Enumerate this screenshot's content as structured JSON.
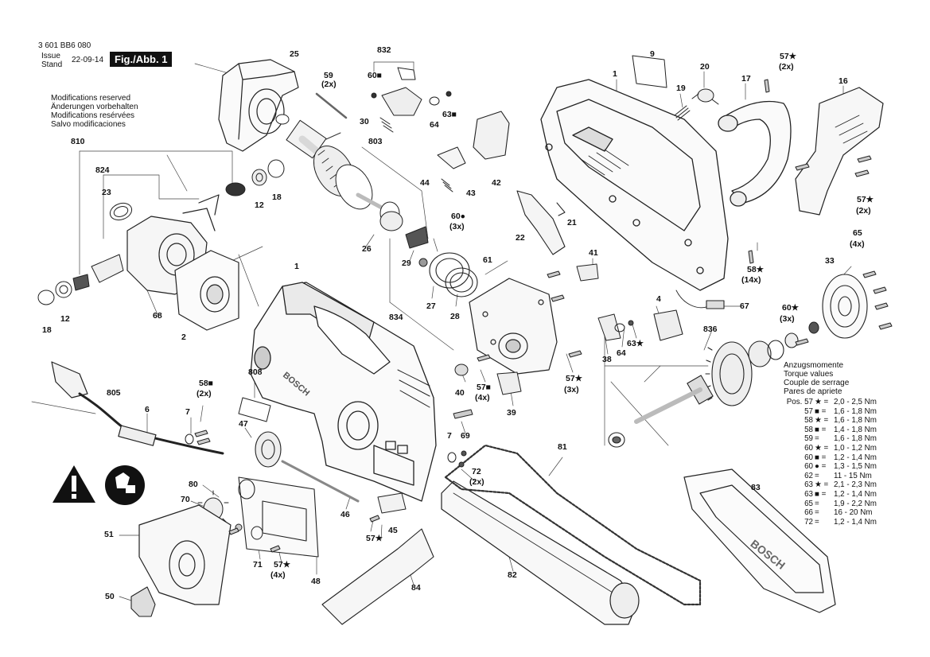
{
  "header": {
    "doc_number": "3 601 BB6 080",
    "issue_label_1": "Issue",
    "issue_label_2": "Stand",
    "issue_date": "22-09-14",
    "figure_label": "Fig./Abb. 1"
  },
  "notice": {
    "line1": "Modifications reserved",
    "line2": "Änderungen vorbehalten",
    "line3": "Modifications resérvées",
    "line4": "Salvo modificaciones"
  },
  "torque_table": {
    "title1": "Anzugsmomente",
    "title2": "Torque values",
    "title3": "Couple de serrage",
    "title4": "Pares de apriete",
    "rows": [
      {
        "pos": "Pos. 57",
        "sym": "★ =",
        "val": "2,0 - 2,5 Nm"
      },
      {
        "pos": "57",
        "sym": "■ =",
        "val": "1,6 - 1,8 Nm"
      },
      {
        "pos": "58",
        "sym": "★ =",
        "val": "1,6 - 1,8 Nm"
      },
      {
        "pos": "58",
        "sym": "■ =",
        "val": "1,4 - 1,8 Nm"
      },
      {
        "pos": "59",
        "sym": "=",
        "val": "1,6 - 1,8 Nm"
      },
      {
        "pos": "60",
        "sym": "★ =",
        "val": "1,0 - 1,2 Nm"
      },
      {
        "pos": "60",
        "sym": "■ =",
        "val": "1,2 - 1,4 Nm"
      },
      {
        "pos": "60",
        "sym": "● =",
        "val": "1,3 - 1,5 Nm"
      },
      {
        "pos": "62",
        "sym": "=",
        "val": "11 - 15 Nm"
      },
      {
        "pos": "63",
        "sym": "★ =",
        "val": "2,1 - 2,3 Nm"
      },
      {
        "pos": "63",
        "sym": "■ =",
        "val": "1,2 - 1,4 Nm"
      },
      {
        "pos": "65",
        "sym": "=",
        "val": "1,9 - 2,2 Nm"
      },
      {
        "pos": "66",
        "sym": "=",
        "val": "16 - 20 Nm"
      },
      {
        "pos": "72",
        "sym": "=",
        "val": "1,2 - 1,4 Nm"
      }
    ]
  },
  "brand_text": "BOSCH",
  "part_labels": {
    "p25": "25",
    "p59": "59",
    "p59q": "(2x)",
    "p832": "832",
    "p60a": "60■",
    "p9": "9",
    "p1a": "1",
    "p20": "20",
    "p19": "19",
    "p17": "17",
    "p57a": "57★",
    "p57aq": "(2x)",
    "p16": "16",
    "p30": "30",
    "p64a": "64",
    "p63a": "63■",
    "p810": "810",
    "p803": "803",
    "p824": "824",
    "p23": "23",
    "p12a": "12",
    "p18a": "18",
    "p44": "44",
    "p43": "43",
    "p42": "42",
    "p22": "22",
    "p21": "21",
    "p60b": "60●",
    "p60bq": "(3x)",
    "p57b": "57★",
    "p57bq": "(2x)",
    "p65": "65",
    "p65q": "(4x)",
    "p26": "26",
    "p29": "29",
    "p61": "61",
    "p41": "41",
    "p58a": "58★",
    "p58aq": "(14x)",
    "p33": "33",
    "p1b": "1",
    "p18b": "18",
    "p12b": "12",
    "p68": "68",
    "p27": "27",
    "p28": "28",
    "p834": "834",
    "p2": "2",
    "p4": "4",
    "p67": "67",
    "p60c": "60★",
    "p60cq": "(3x)",
    "p836": "836",
    "p38": "38",
    "p64b": "64",
    "p63b": "63★",
    "p805": "805",
    "p6": "6",
    "p808": "808",
    "p58b": "58■",
    "p58bq": "(2x)",
    "p7a": "7",
    "p40": "40",
    "p57c": "57■",
    "p57cq": "(4x)",
    "p39": "39",
    "p57d": "57★",
    "p57dq": "(3x)",
    "p47": "47",
    "p69": "69",
    "p7b": "7",
    "p72": "72",
    "p72q": "(2x)",
    "p81": "81",
    "p80": "80",
    "p70": "70",
    "p46": "46",
    "p51": "51",
    "p45": "45",
    "p57e": "57★",
    "p83": "83",
    "p71": "71",
    "p57f": "57★",
    "p57fq": "(4x)",
    "p48": "48",
    "p82": "82",
    "p84": "84",
    "p50": "50"
  }
}
